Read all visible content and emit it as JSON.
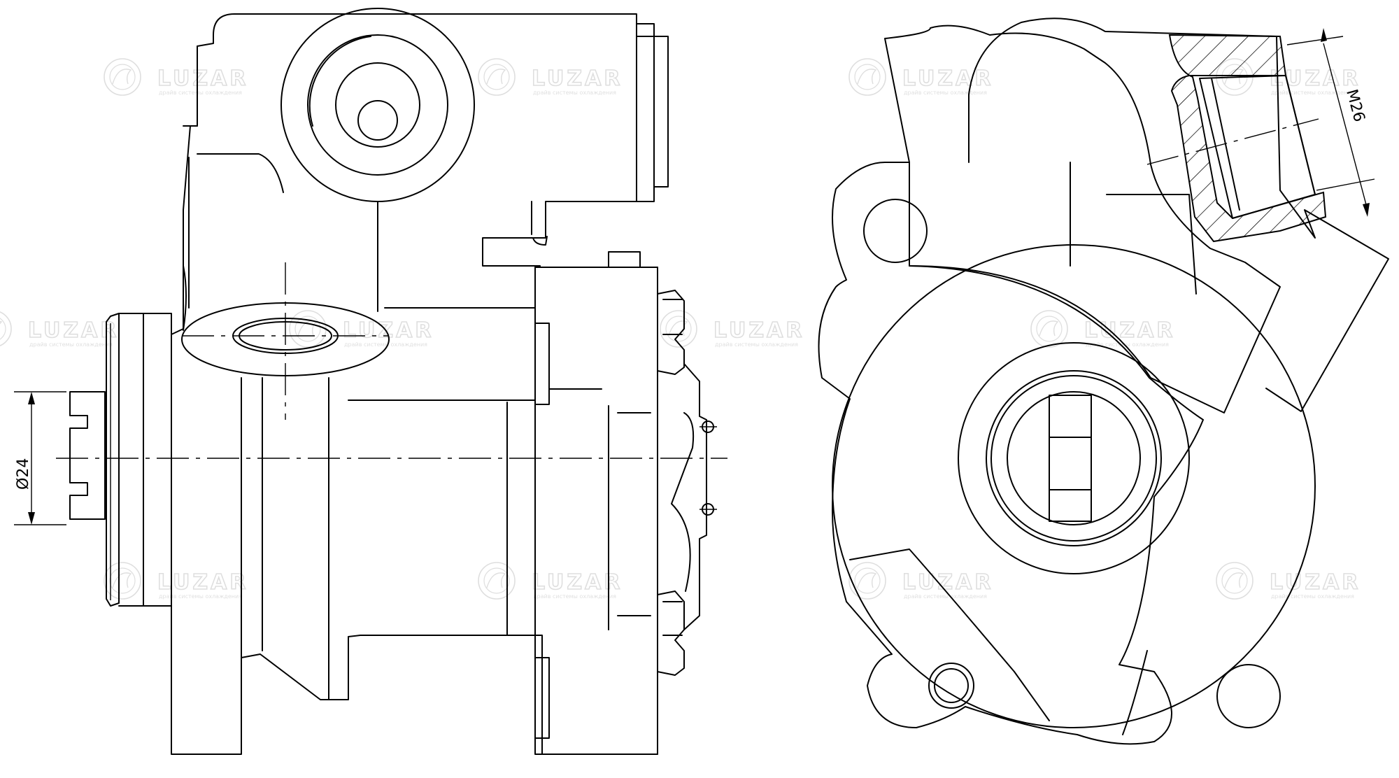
{
  "brand": {
    "name": "LUZAR",
    "tagline": "драйв системы охлаждения",
    "watermark_color": "#c8c8c8"
  },
  "dimensions": {
    "shaft_diameter": "Ø24",
    "port_thread": "M26"
  },
  "colors": {
    "line": "#000000",
    "background": "#ffffff"
  }
}
